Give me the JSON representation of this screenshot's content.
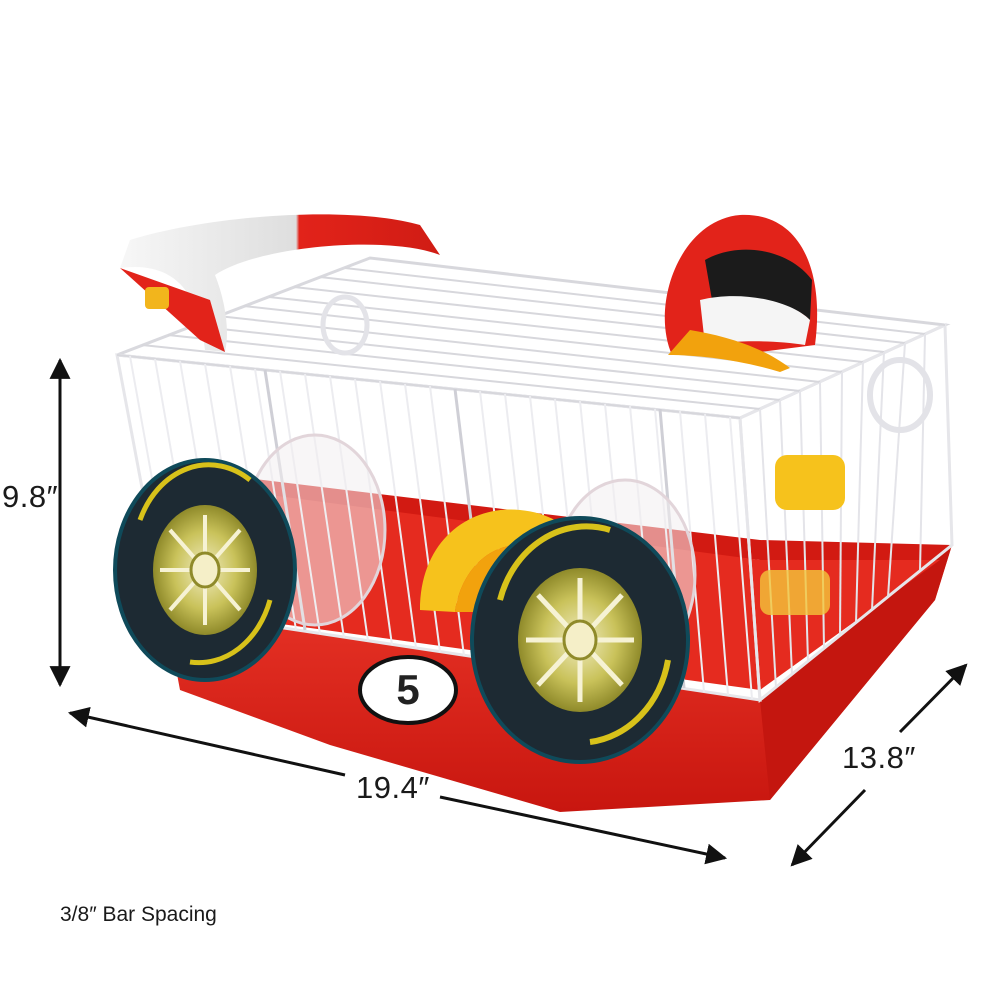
{
  "photo": {
    "subject": "hamster-cage-race-car",
    "colors": {
      "tray": "#e2231a",
      "tray_dark": "#b5140f",
      "wire": "#f4f4f4",
      "wire_shade": "#cfcfd4",
      "tire": "#1d2a33",
      "tire_rim_accent": "#d8c21a",
      "wheel_gold": "#c9c25a",
      "accessory_yellow": "#f6c21c",
      "accessory_orange": "#f2a20d",
      "arrow": "#111111"
    },
    "race_number": "5"
  },
  "dimensions": {
    "height": "9.8″",
    "width": "19.4″",
    "depth": "13.8″"
  },
  "caption": "3/8″ Bar Spacing"
}
